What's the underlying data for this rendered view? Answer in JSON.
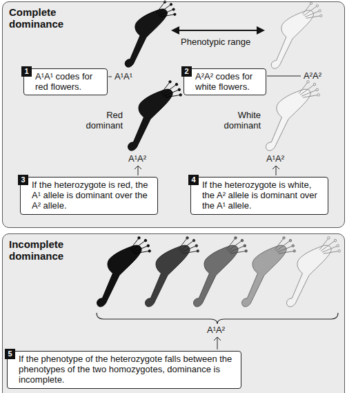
{
  "diagram": {
    "nodes": [
      {
        "text": [
          "Complete dominance"
        ]
      },
      {
        "text": [
          "A¹A¹ codes for red flowers."
        ],
        "in": 0
      },
      {
        "text": [
          "A²A² codes for white flowers."
        ],
        "in": 0
      },
      {
        "text": [
          "If the heterozygote is red, the A¹ allele is dominant over the A² allele."
        ],
        "in": 0
      },
      {
        "text": [
          "If the heterozygote is white, the A² allele is dominant over the A¹ allele."
        ],
        "in": 0
      },
      {
        "text": [
          "Incomplete dominance"
        ]
      },
      {
        "text": [
          "If the phenotype of the heterozygote falls between the phenotypes of the two homozygotes, dominance is incomplete."
        ],
        "in": 5
      }
    ],
    "labels": [
      "Phenotypic range",
      "1",
      "A¹A¹",
      "2",
      "A²A²",
      "Red dominant",
      "White dominant",
      "A¹A²",
      "3",
      "4",
      "A¹A²",
      "5",
      "A¹A²"
    ]
  }
}
